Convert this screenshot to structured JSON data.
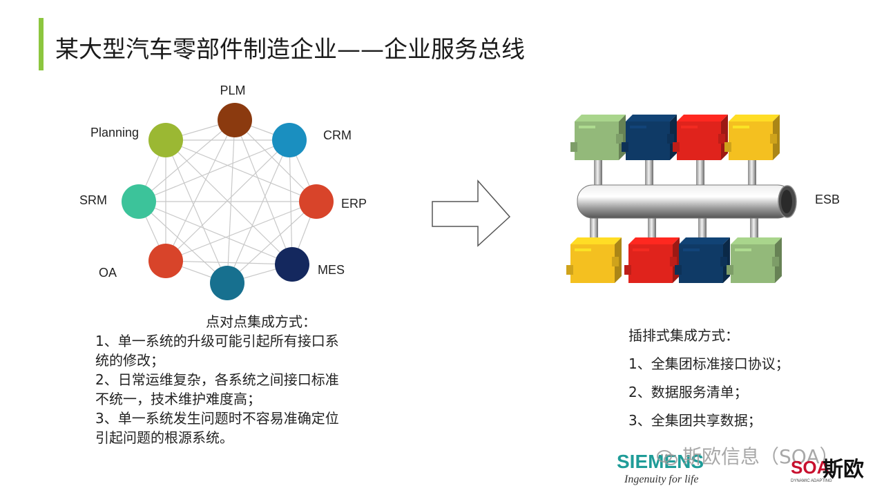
{
  "title": "某大型汽车零部件制造企业——企业服务总线",
  "p2p": {
    "nodes": [
      {
        "label": "PLM",
        "color": "#8b3a0f"
      },
      {
        "label": "CRM",
        "color": "#1a8fc0"
      },
      {
        "label": "ERP",
        "color": "#d8442a"
      },
      {
        "label": "MES",
        "color": "#14285e"
      },
      {
        "label": "",
        "color": "#17708f"
      },
      {
        "label": "OA",
        "color": "#d8442a"
      },
      {
        "label": "SRM",
        "color": "#3cc39a"
      },
      {
        "label": "Planning",
        "color": "#9bb833"
      }
    ],
    "line_color": "#c8c8c8",
    "text": {
      "heading": "点对点集成方式：",
      "lines": [
        "1、单一系统的升级可能引起所有接口系",
        "统的修改；",
        "2、日常运维复杂，各系统之间接口标准",
        "不统一，技术维护难度高；",
        "3、单一系统发生问题时不容易准确定位",
        "引起问题的根源系统。"
      ]
    }
  },
  "esb": {
    "label": "ESB",
    "top_blocks": [
      {
        "color": "#93b97a"
      },
      {
        "color": "#0f3a66"
      },
      {
        "color": "#e0231c"
      },
      {
        "color": "#f4c020"
      }
    ],
    "bottom_blocks": [
      {
        "color": "#f4c020"
      },
      {
        "color": "#e0231c"
      },
      {
        "color": "#0f3a66"
      },
      {
        "color": "#93b97a"
      }
    ],
    "text": {
      "heading": "插排式集成方式：",
      "items": [
        "1、全集团标准接口协议；",
        "2、数据服务清单；",
        "3、全集团共享数据；"
      ]
    }
  },
  "footer": {
    "watermark": "斯欧信息（SOA）",
    "siemens_brand": "SIEMENS",
    "siemens_tagline": "Ingenuity for life",
    "soa_brand": "SOA",
    "soa_cn": "斯欧",
    "soa_sub": "DYNAMIC ADAPTING"
  },
  "colors": {
    "accent_bar": "#8cc63f",
    "siemens": "#1f9c98"
  }
}
